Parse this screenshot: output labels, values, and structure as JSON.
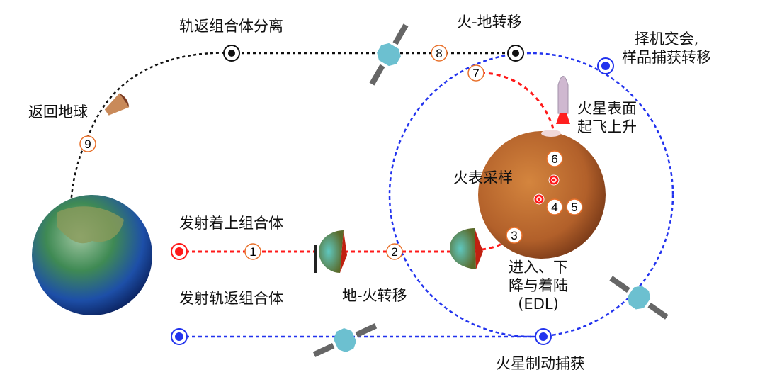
{
  "labels": {
    "separation": "轨返组合体分离",
    "mars_earth_transfer": "火-地转移",
    "rendezvous_line1": "择机交会,",
    "rendezvous_line2": "样品捕获转移",
    "return_earth": "返回地球",
    "ascent_line1": "火星表面",
    "ascent_line2": "起飞上升",
    "sampling": "火表采样",
    "launch_lander": "发射着上组合体",
    "launch_orbiter": "发射轨返组合体",
    "earth_mars_transfer": "地-火转移",
    "edl_line1": "进入、下",
    "edl_line2": "降与着陆",
    "edl_line3": "(EDL)",
    "mars_capture": "火星制动捕获"
  },
  "steps": [
    "1",
    "2",
    "3",
    "4",
    "5",
    "6",
    "7",
    "8",
    "9"
  ],
  "colors": {
    "red": "#ff1a1a",
    "blue": "#2233ee",
    "black": "#111111",
    "step_ring": "#e8702a"
  }
}
